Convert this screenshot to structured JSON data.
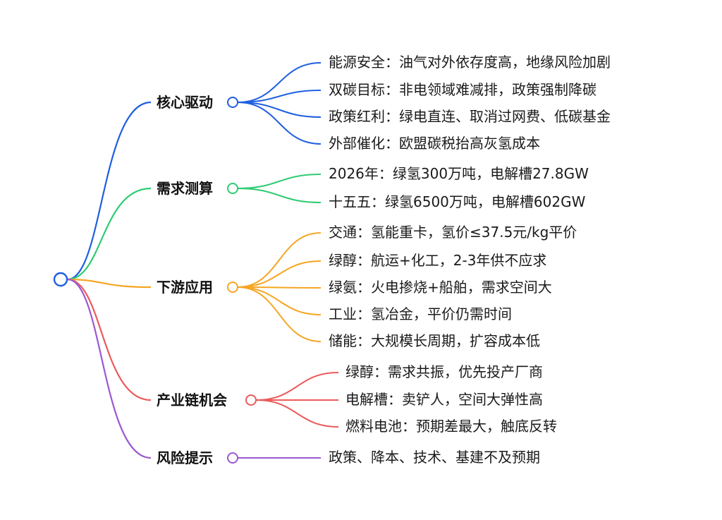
{
  "mindmap": {
    "branches": [
      {
        "label": "核心驱动",
        "color": "#1f5fe0",
        "leaves": [
          "能源安全：油气对外依存度高，地缘风险加剧",
          "双碳目标：非电领域难减排，政策强制降碳",
          "政策红利：绿电直连、取消过网费、低碳基金",
          "外部催化：欧盟碳税抬高灰氢成本"
        ]
      },
      {
        "label": "需求测算",
        "color": "#2ecc71",
        "leaves": [
          "2026年：绿氢300万吨，电解槽27.8GW",
          "十五五：绿氢6500万吨，电解槽602GW"
        ]
      },
      {
        "label": "下游应用",
        "color": "#f5a623",
        "leaves": [
          "交通：氢能重卡，氢价≤37.5元/kg平价",
          "绿醇：航运+化工，2-3年供不应求",
          "绿氨：火电掺烧+船舶，需求空间大",
          "工业：氢冶金，平价仍需时间",
          "储能：大规模长周期，扩容成本低"
        ]
      },
      {
        "label": "产业链机会",
        "color": "#ec5a5a",
        "leaves": [
          "绿醇：需求共振，优先投产厂商",
          "电解槽：卖铲人，空间大弹性高",
          "燃料电池：预期差最大，触底反转"
        ]
      },
      {
        "label": "风险提示",
        "color": "#9b59d0",
        "leaves": [
          "政策、降本、技术、基建不及预期"
        ]
      }
    ],
    "root_color": "#1f5fe0"
  }
}
